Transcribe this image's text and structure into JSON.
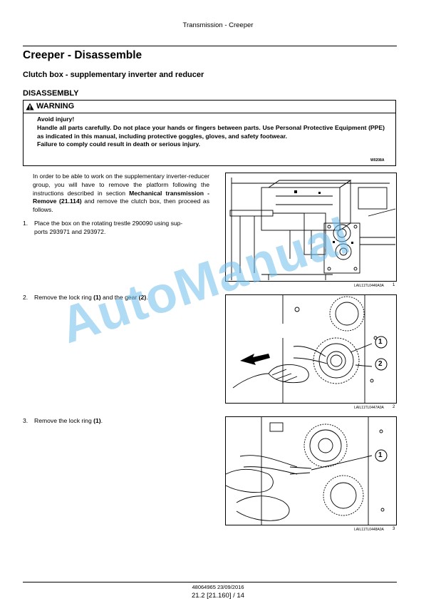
{
  "header": {
    "title": "Transmission - Creeper"
  },
  "page": {
    "title": "Creeper - Disassemble",
    "subtitle": "Clutch box - supplementary inverter and reducer",
    "section": "DISASSEMBLY"
  },
  "warning": {
    "label": "WARNING",
    "line1": "Avoid injury!",
    "line2": "Handle all parts carefully. Do not place your hands or fingers between parts. Use Personal Protective Equipment (PPE) as indicated in this manual, including protective goggles, gloves, and safety footwear.",
    "line3": "Failure to comply could result in death or serious injury.",
    "code": "W0208A"
  },
  "intro": {
    "text_before": "In order to be able to work on the supplementary inverter-reducer group, you will have to remove the platform following the instructions described in section ",
    "link": "Mechanical transmission - Remove (21.114)",
    "text_after": " and remove the clutch box, then proceed as follows."
  },
  "steps": [
    {
      "num": "1.",
      "line1": "Place the box on the rotating trestle 290090 using sup-",
      "line2": "ports 293971 and 293972."
    },
    {
      "num": "2.",
      "pre": "Remove the lock ring ",
      "b1": "(1)",
      "mid": " and the gear ",
      "b2": "(2)",
      "post": "."
    },
    {
      "num": "3.",
      "pre": "Remove the lock ring ",
      "b1": "(1)",
      "post": "."
    }
  ],
  "figures": [
    {
      "code": "LAIL11TL0446A0A",
      "num": "1",
      "callouts": []
    },
    {
      "code": "LAIL11TL0447A0A",
      "num": "2",
      "callouts": [
        "1",
        "2"
      ]
    },
    {
      "code": "LAIL11TL0448A0A",
      "num": "3",
      "callouts": [
        "1"
      ]
    }
  ],
  "footer": {
    "doc": "48064965 23/09/2016",
    "page": "21.2 [21.160] / 14"
  },
  "watermark": "AutoManual"
}
